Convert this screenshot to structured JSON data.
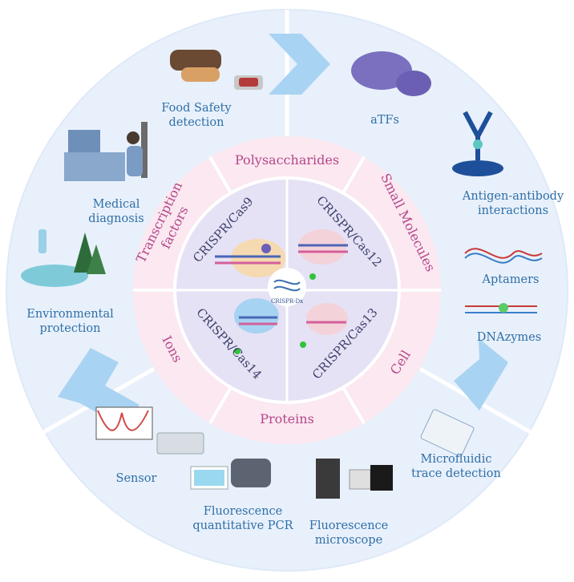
{
  "applications": {
    "food_safety": "Food Safety\ndetection",
    "medical": "Medical\ndiagnosis",
    "environmental": "Environmental\nprotection",
    "sensor": "Sensor",
    "pcr": "Fluorescence\nquantitative PCR",
    "microscope": "Fluorescence\nmicroscope",
    "microfluidic": "Microfluidic\ntrace detection",
    "atfs": "aTFs",
    "antigen": "Antigen-antibody\ninteractions",
    "aptamers": "Aptamers",
    "dnazymes": "DNAzymes"
  },
  "targets": {
    "polysaccharides": "Polysaccharides",
    "small_molecules": "Small Molecules",
    "cell": "Cell",
    "proteins": "Proteins",
    "ions": "Ions",
    "transcription_factors": "Transcription\nfactors"
  },
  "systems": {
    "cas9": "CRISPR/Cas9",
    "cas12": "CRISPR/Cas12",
    "cas14": "CRISPR/Cas14",
    "cas13": "CRISPR/Cas13",
    "center": "CRISPR-Dx"
  },
  "colors": {
    "outer_ring": "#e8f0fb",
    "middle_ring": "#fbe8f0",
    "inner_disk": "#e6e2f5",
    "arrow": "#a9d3f2",
    "target_text": "#b4478a",
    "system_text": "#3a3f6b",
    "label_text": "#2f6fa7"
  }
}
